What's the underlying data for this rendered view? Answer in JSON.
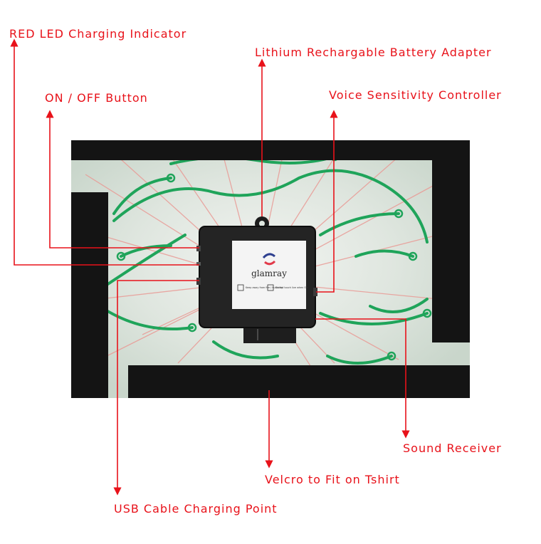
{
  "diagram": {
    "accent_color": "#e8121a",
    "labels": {
      "led": "RED LED Charging Indicator",
      "battery": "Lithium Rechargable Battery Adapter",
      "power": "ON / OFF Button",
      "voice": "Voice Sensitivity Controller",
      "sound": "Sound Receiver",
      "velcro": "Velcro to Fit on Tshirt",
      "usb": "USB Cable Charging Point"
    }
  },
  "device": {
    "brand": "glamray",
    "notice_1": "Keep away from fire / humidity",
    "notice_2": "Do not touch live when ON"
  }
}
